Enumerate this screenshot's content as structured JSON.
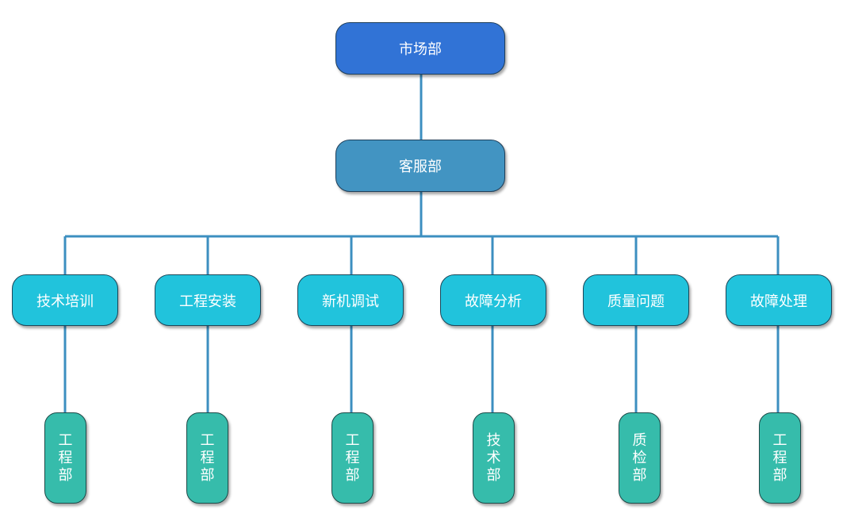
{
  "colors": {
    "top": "#3173d6",
    "mid": "#4294c2",
    "level2": "#21c3dc",
    "level3": "#36bcab",
    "connector": "#3c8fc0"
  },
  "root": {
    "label": "市场部"
  },
  "service": {
    "label": "客服部"
  },
  "functions": [
    {
      "label": "技术培训",
      "owner": "工程部"
    },
    {
      "label": "工程安装",
      "owner": "工程部"
    },
    {
      "label": "新机调试",
      "owner": "工程部"
    },
    {
      "label": "故障分析",
      "owner": "技术部"
    },
    {
      "label": "质量问题",
      "owner": "质检部"
    },
    {
      "label": "故障处理",
      "owner": "工程部"
    }
  ]
}
